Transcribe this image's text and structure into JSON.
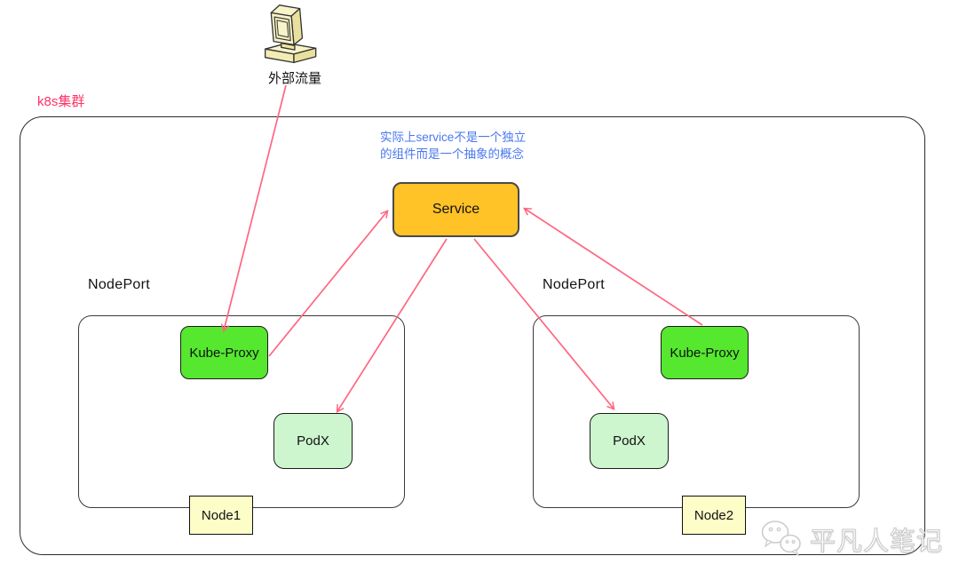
{
  "external_source": {
    "label": "外部流量",
    "icon": "computer-icon"
  },
  "cluster": {
    "label": "k8s集群",
    "label_color": "#FF3366",
    "annotation": {
      "line1": "实际上service不是一个独立",
      "line2": "的组件而是一个抽象的概念",
      "color": "#4A78EE"
    },
    "service": {
      "label": "Service",
      "fill": "#FFC227"
    },
    "nodes": [
      {
        "port_label": "NodePort",
        "kube_proxy_label": "Kube-Proxy",
        "pod_label": "PodX",
        "name": "Node1"
      },
      {
        "port_label": "NodePort",
        "kube_proxy_label": "Kube-Proxy",
        "pod_label": "PodX",
        "name": "Node2"
      }
    ],
    "colors": {
      "kube_proxy_fill": "#55E82E",
      "pod_fill": "#CDF5CE",
      "node_tag_fill": "#FDFDC8",
      "border": "#2b2b2b"
    }
  },
  "edges": [
    {
      "from": "external-traffic",
      "to": "node1-kube-proxy"
    },
    {
      "from": "node1-kube-proxy",
      "to": "service"
    },
    {
      "from": "service",
      "to": "node1-podx"
    },
    {
      "from": "service",
      "to": "node2-podx"
    },
    {
      "from": "node2-kube-proxy",
      "to": "service"
    }
  ],
  "arrow_color": "#FF6680",
  "watermark": {
    "text": "平凡人笔记",
    "icon": "wechat-icon"
  }
}
